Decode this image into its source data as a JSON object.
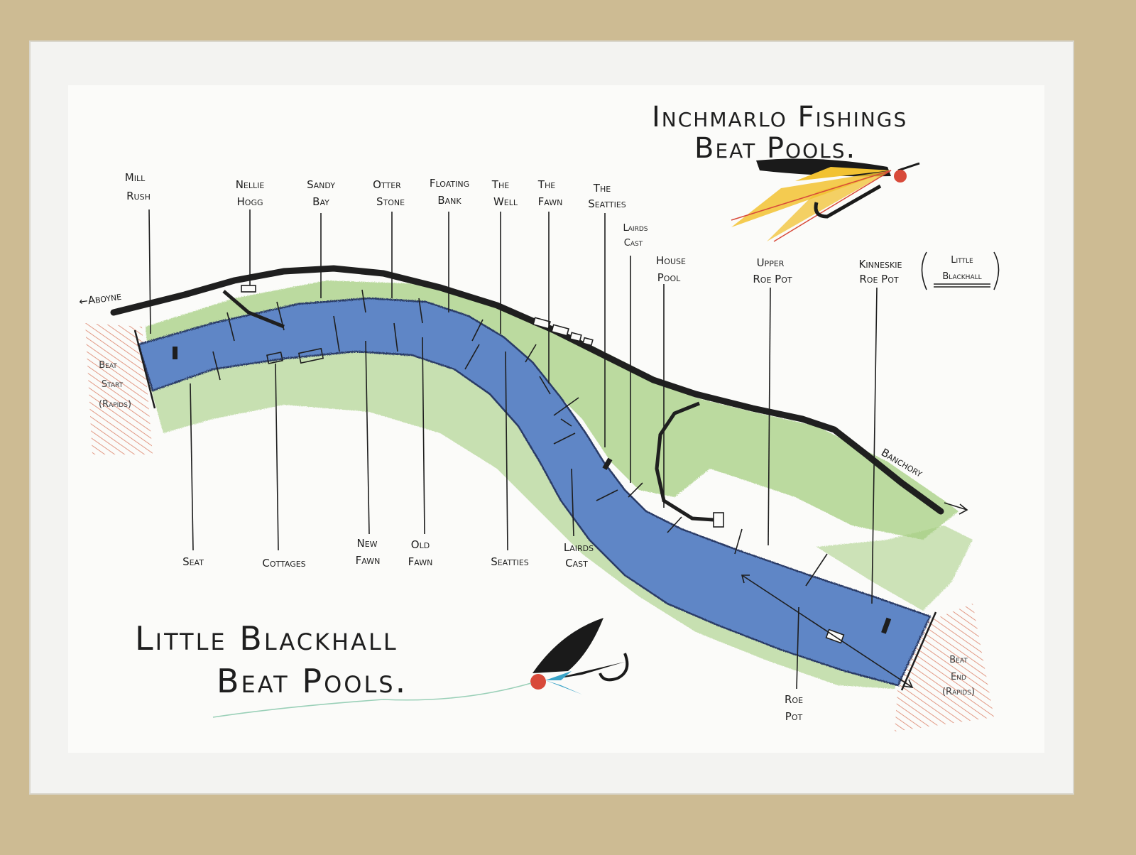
{
  "title": {
    "line1": "Inchmarlo Fishings",
    "line2": "Beat Pools."
  },
  "subtitle": {
    "line1": "Little Blackhall",
    "line2": "Beat Pools."
  },
  "directions": {
    "west": "←Aboyne",
    "east": "Banchory"
  },
  "beat_start": [
    "Beat",
    "Start",
    "(Rapids)"
  ],
  "beat_end": [
    "Beat",
    "End",
    "(Rapids)"
  ],
  "pools_top": [
    {
      "line1": "Mill",
      "line2": "Rush"
    },
    {
      "line1": "Nellie",
      "line2": "Hogg"
    },
    {
      "line1": "Sandy",
      "line2": "Bay"
    },
    {
      "line1": "Otter",
      "line2": "Stone"
    },
    {
      "line1": "Floating",
      "line2": "Bank"
    },
    {
      "line1": "The",
      "line2": "Well"
    },
    {
      "line1": "The",
      "line2": "Fawn"
    },
    {
      "line1": "The",
      "line2": "Seatties"
    },
    {
      "line1": "Lairds",
      "line2": "Cast"
    },
    {
      "line1": "House",
      "line2": "Pool"
    },
    {
      "line1": "Upper",
      "line2": "Roe Pot"
    },
    {
      "line1": "Kinneskie",
      "line2": "Roe Pot"
    }
  ],
  "little_blackhall_tag": {
    "line1": "Little",
    "line2": "Blackhall"
  },
  "pools_bottom": [
    {
      "line1": "Seat",
      "line2": ""
    },
    {
      "line1": "Cottages",
      "line2": ""
    },
    {
      "line1": "New",
      "line2": "Fawn"
    },
    {
      "line1": "Old",
      "line2": "Fawn"
    },
    {
      "line1": "Seatties",
      "line2": ""
    },
    {
      "line1": "Lairds",
      "line2": "Cast"
    },
    {
      "line1": "Roe",
      "line2": "Pot"
    }
  ],
  "colors": {
    "wall": "#cdbb93",
    "paper": "#fbfbf9",
    "river": "#5e86c6",
    "river_edge": "#2a3a66",
    "grass": "#a6cf82",
    "road": "#1f1f1f",
    "rapids": "#e29a86",
    "fly_yellow": "#f2c232",
    "fly_red": "#d84a3a",
    "fly_black": "#1a1a1a",
    "fly_blue": "#3aa4c8"
  }
}
